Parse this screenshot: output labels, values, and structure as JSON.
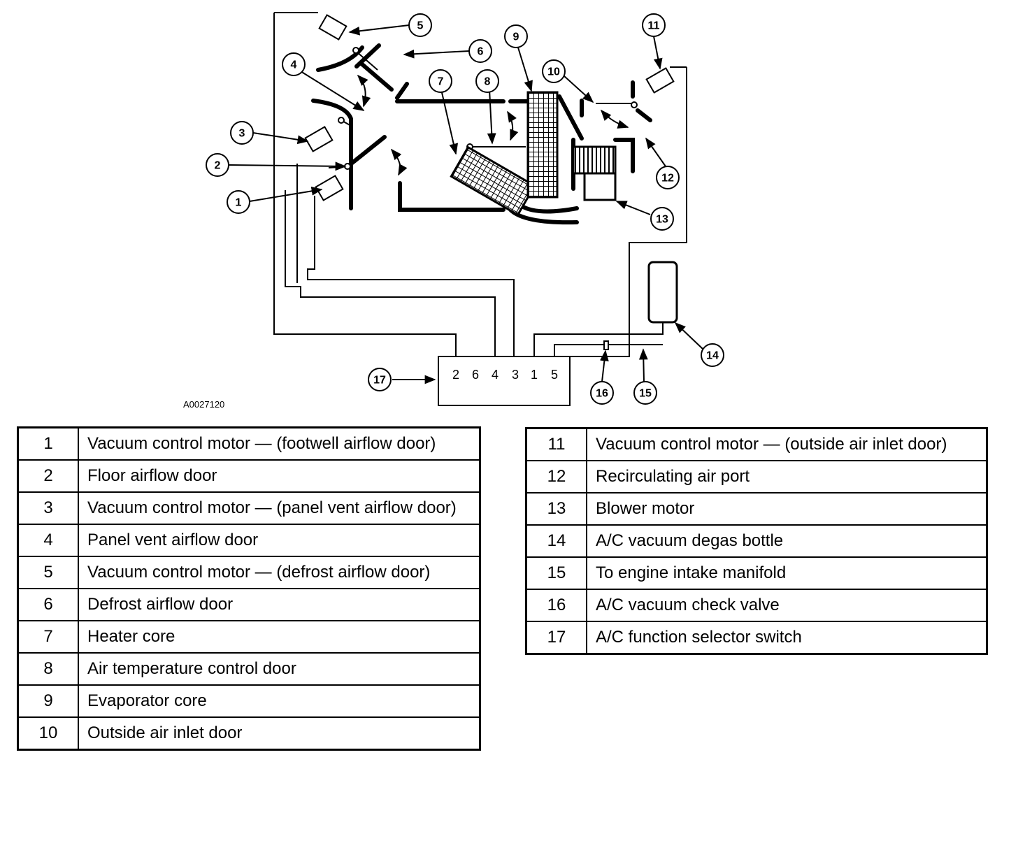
{
  "figure_id": "A0027120",
  "switch_ports": [
    "2",
    "6",
    "4",
    "3",
    "1",
    "5"
  ],
  "callouts": [
    "1",
    "2",
    "3",
    "4",
    "5",
    "6",
    "7",
    "8",
    "9",
    "10",
    "11",
    "12",
    "13",
    "14",
    "15",
    "16",
    "17"
  ],
  "legend_left": [
    {
      "num": "1",
      "desc": "Vacuum control motor — (footwell airflow door)"
    },
    {
      "num": "2",
      "desc": "Floor airflow door"
    },
    {
      "num": "3",
      "desc": "Vacuum control motor — (panel vent airflow door)"
    },
    {
      "num": "4",
      "desc": "Panel vent airflow door"
    },
    {
      "num": "5",
      "desc": "Vacuum control motor — (defrost airflow door)"
    },
    {
      "num": "6",
      "desc": "Defrost airflow door"
    },
    {
      "num": "7",
      "desc": "Heater core"
    },
    {
      "num": "8",
      "desc": "Air temperature control door"
    },
    {
      "num": "9",
      "desc": "Evaporator core"
    },
    {
      "num": "10",
      "desc": "Outside air inlet door"
    }
  ],
  "legend_right": [
    {
      "num": "11",
      "desc": "Vacuum control motor — (outside air inlet door)"
    },
    {
      "num": "12",
      "desc": "Recirculating air port"
    },
    {
      "num": "13",
      "desc": "Blower motor"
    },
    {
      "num": "14",
      "desc": "A/C vacuum degas bottle"
    },
    {
      "num": "15",
      "desc": "To engine intake manifold"
    },
    {
      "num": "16",
      "desc": "A/C vacuum check valve"
    },
    {
      "num": "17",
      "desc": "A/C function selector switch"
    }
  ]
}
